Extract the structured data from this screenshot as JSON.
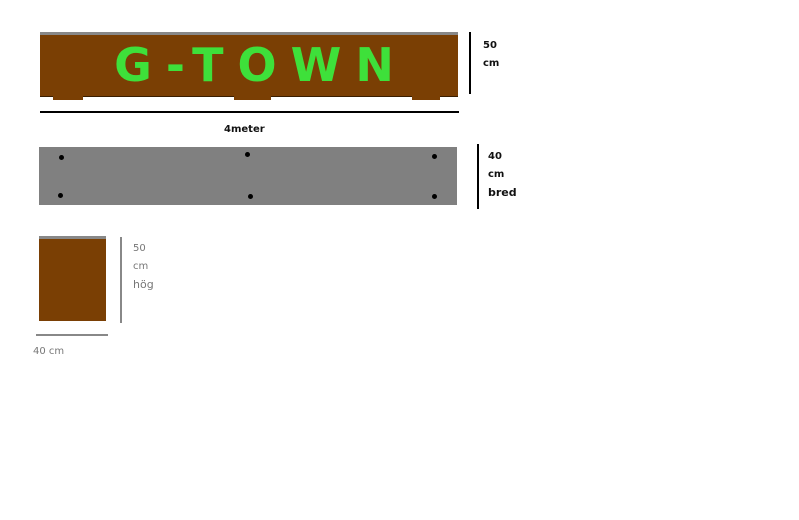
{
  "front_view": {
    "sign_text": "G-TOWN",
    "height_value": "50",
    "height_unit": "cm",
    "length_label": "4meter",
    "wood_color": "#7a3f04",
    "text_color": "#3ee03a"
  },
  "top_view": {
    "width_value": "40",
    "width_unit": "cm",
    "width_word": "bred",
    "color": "#808080"
  },
  "side_view": {
    "height_value": "50",
    "height_unit": "cm",
    "height_word": "hög",
    "width_label": "40 cm"
  }
}
